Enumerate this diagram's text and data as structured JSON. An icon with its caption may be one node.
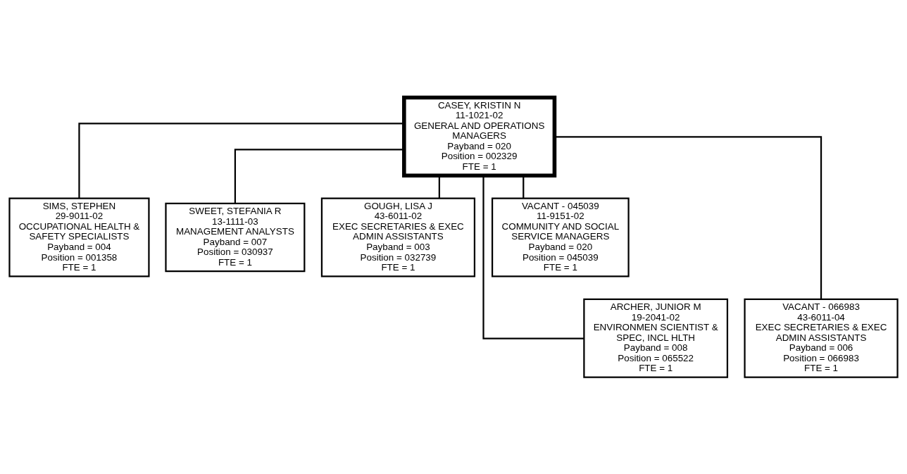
{
  "diagram": {
    "nodes": [
      {
        "text": [
          "CASEY, KRISTIN N",
          "11-1021-02",
          "GENERAL AND OPERATIONS MANAGERS",
          "Payband = 020",
          "Position = 002329",
          "FTE = 1"
        ]
      },
      {
        "text": [
          "SIMS, STEPHEN",
          "29-9011-02",
          "OCCUPATIONAL HEALTH & SAFETY SPECIALISTS",
          "Payband = 004",
          "Position = 001358",
          "FTE = 1"
        ]
      },
      {
        "text": [
          "SWEET, STEFANIA R",
          "13-1111-03",
          "MANAGEMENT ANALYSTS",
          "Payband = 007",
          "Position = 030937",
          "FTE = 1"
        ]
      },
      {
        "text": [
          "GOUGH, LISA J",
          "43-6011-02",
          "EXEC SECRETARIES & EXEC ADMIN ASSISTANTS",
          "Payband = 003",
          "Position = 032739",
          "FTE = 1"
        ]
      },
      {
        "text": [
          "VACANT - 045039",
          "11-9151-02",
          "COMMUNITY AND SOCIAL SERVICE MANAGERS",
          "Payband = 020",
          "Position = 045039",
          "FTE = 1"
        ]
      },
      {
        "text": [
          "ARCHER, JUNIOR M",
          "19-2041-02",
          "ENVIRONMEN SCIENTIST & SPEC, INCL HLTH",
          "Payband = 008",
          "Position = 065522",
          "FTE = 1"
        ]
      },
      {
        "text": [
          "VACANT - 066983",
          "43-6011-04",
          "EXEC SECRETARIES & EXEC ADMIN ASSISTANTS",
          "Payband = 006",
          "Position = 066983",
          "FTE = 1"
        ]
      }
    ],
    "edges": [
      {
        "from": 0,
        "to": 1,
        "arrow": "none"
      },
      {
        "from": 0,
        "to": 2,
        "arrow": "none"
      },
      {
        "from": 0,
        "to": 3,
        "arrow": "none"
      },
      {
        "from": 0,
        "to": 4,
        "arrow": "none"
      },
      {
        "from": 0,
        "to": 5,
        "arrow": "none"
      },
      {
        "from": 0,
        "to": 6,
        "arrow": "none"
      }
    ]
  }
}
